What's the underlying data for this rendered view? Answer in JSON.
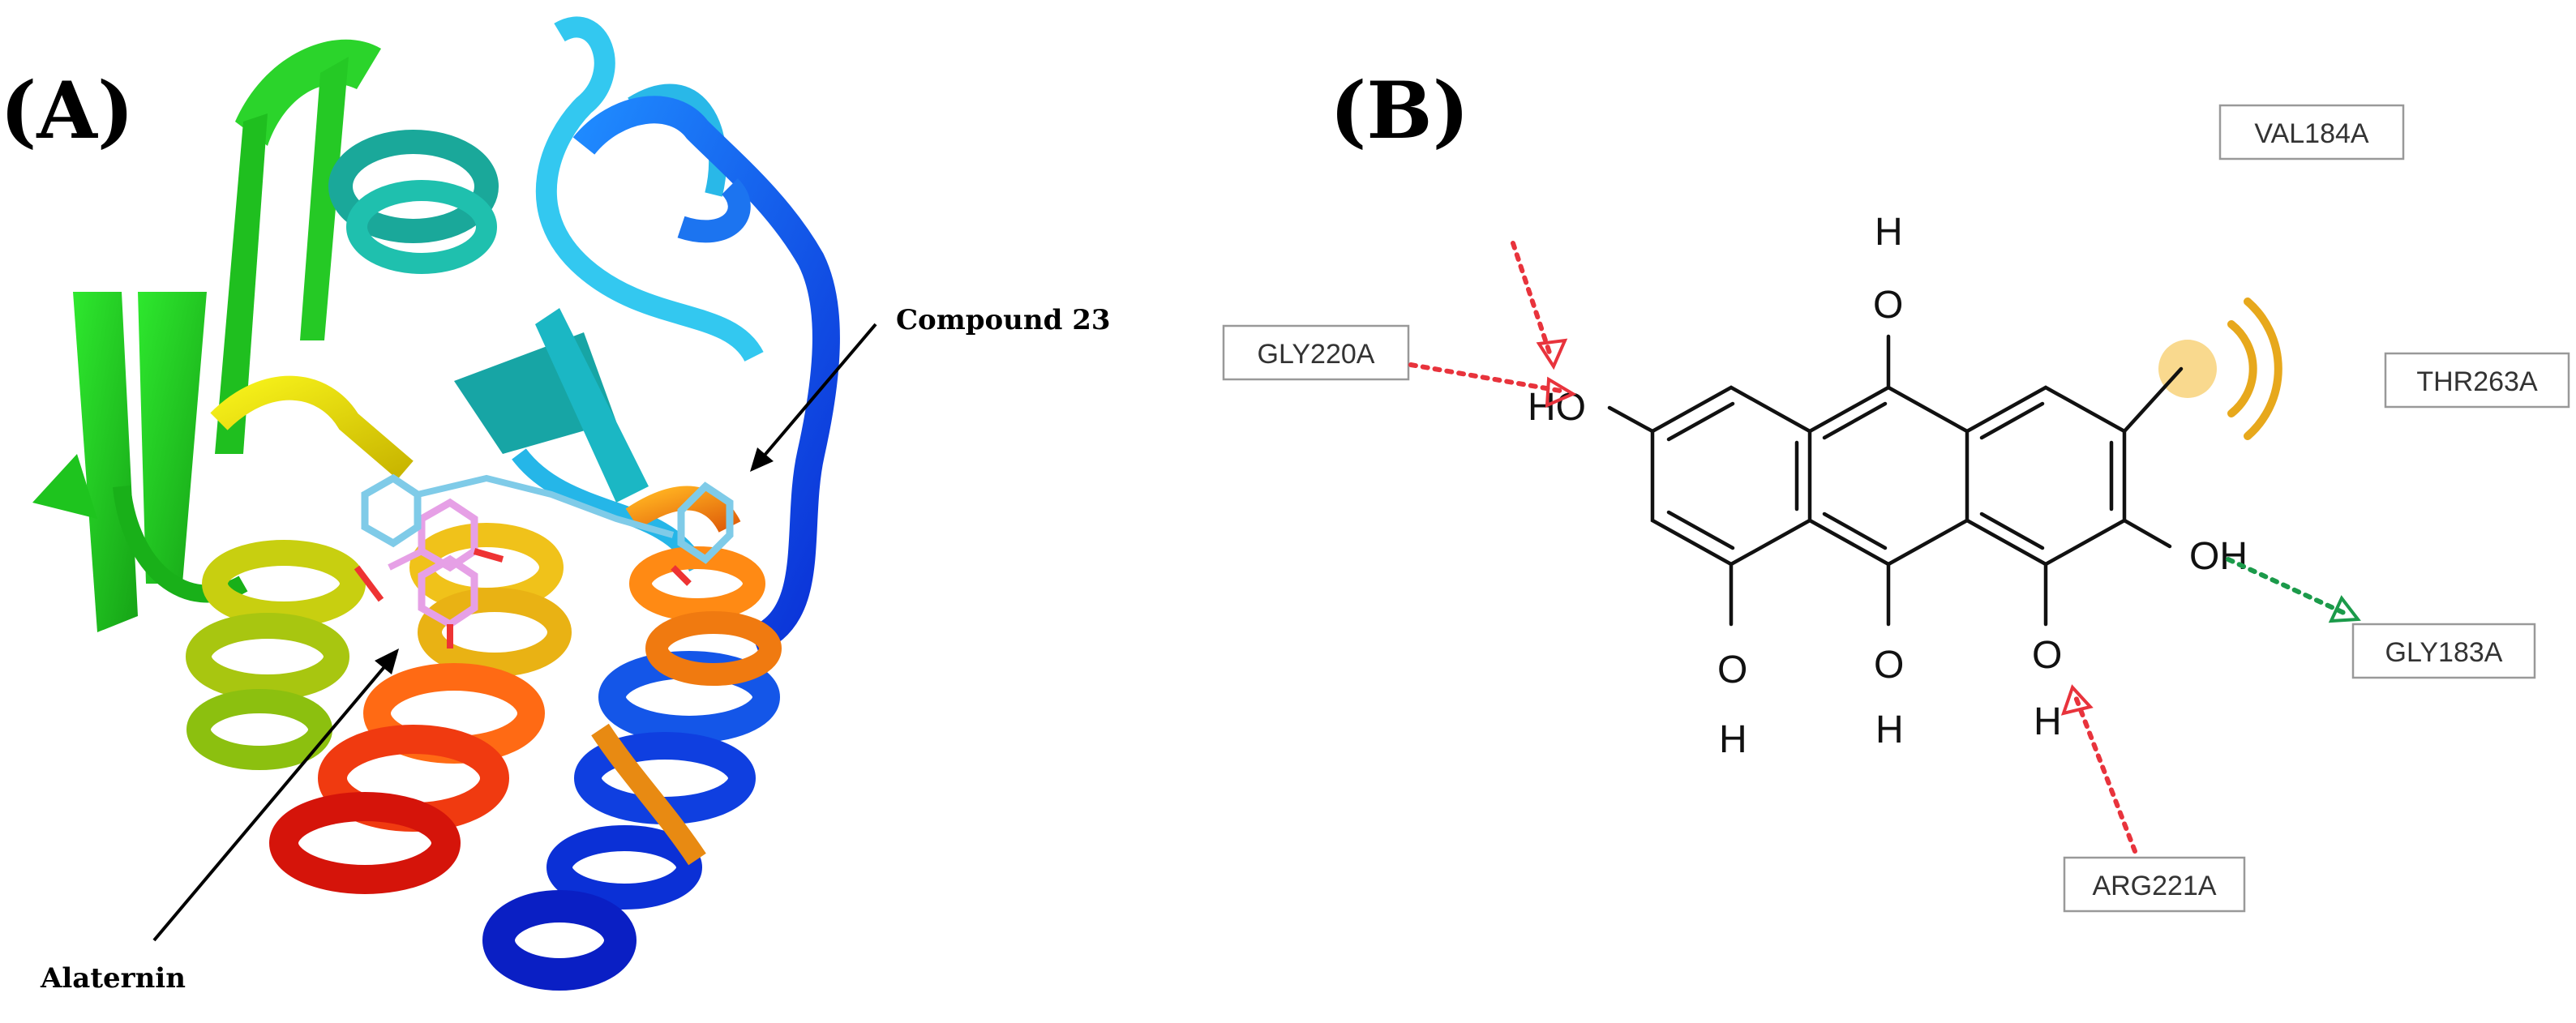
{
  "panel_a": {
    "label": "(A)",
    "callouts": {
      "compound": "Compound 23",
      "ligand": "Alaternin"
    }
  },
  "panel_b": {
    "label": "(B)",
    "residues": {
      "gly220": "GLY220A",
      "val184": "VAL184A",
      "thr263": "THR263A",
      "gly183": "GLY183A",
      "arg221": "ARG221A"
    },
    "atoms": {
      "h_top": "H",
      "o_top": "O",
      "ho_left": "HO",
      "oh_right": "OH",
      "o_bl": "O",
      "h_bl": "H",
      "o_bm": "O",
      "h_bm": "H",
      "o_br": "O",
      "h_br": "H"
    },
    "colors": {
      "hbond_acceptor": "#e8333c",
      "hbond_donor": "#1b9a4a",
      "hydrophobic": "#f5c242"
    }
  }
}
